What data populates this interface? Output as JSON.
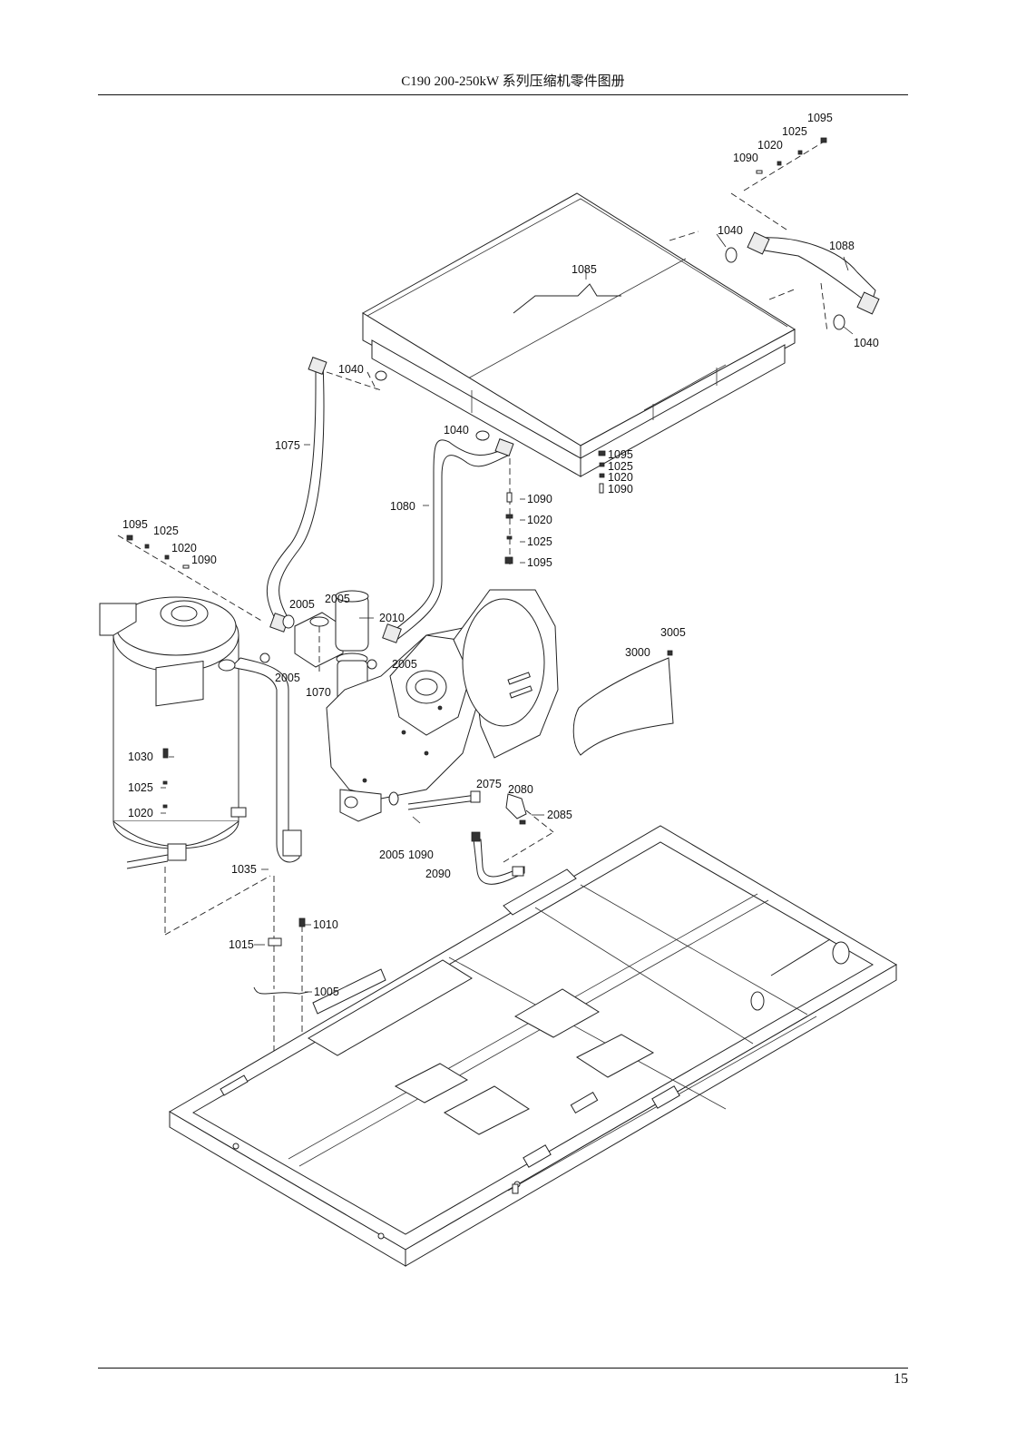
{
  "header": {
    "title": "C190 200-250kW 系列压缩机零件图册"
  },
  "footer": {
    "page_number": "15"
  },
  "callouts": {
    "c1095_top": "1095",
    "c1025_top": "1025",
    "c1020_top": "1020",
    "c1090_top": "1090",
    "c1040_r1": "1040",
    "c1088": "1088",
    "c1085": "1085",
    "c1040_r2": "1040",
    "c1040_l1": "1040",
    "c1040_l2": "1040",
    "c1075": "1075",
    "c1080": "1080",
    "c1095_stackR": "1095",
    "c1025_stackR": "1025",
    "c1020_stackR": "1020",
    "c1090_stackR": "1090",
    "c1090_mid": "1090",
    "c1020_mid": "1020",
    "c1025_mid": "1025",
    "c1095_mid": "1095",
    "c1095_left": "1095",
    "c1025_left": "1025",
    "c1020_left": "1020",
    "c1090_left": "1090",
    "c2005_a": "2005",
    "c2005_b": "2005",
    "c2010": "2010",
    "c2005_c": "2005",
    "c2005_d": "2005",
    "c1070": "1070",
    "c3005": "3005",
    "c3000": "3000",
    "c1030": "1030",
    "c1025_tank": "1025",
    "c1020_tank": "1020",
    "c2075": "2075",
    "c2080": "2080",
    "c2085": "2085",
    "c2005_e": "2005",
    "c1090_bottom": "1090",
    "c2090": "2090",
    "c1035": "1035",
    "c1010": "1010",
    "c1015": "1015",
    "c1005": "1005"
  }
}
